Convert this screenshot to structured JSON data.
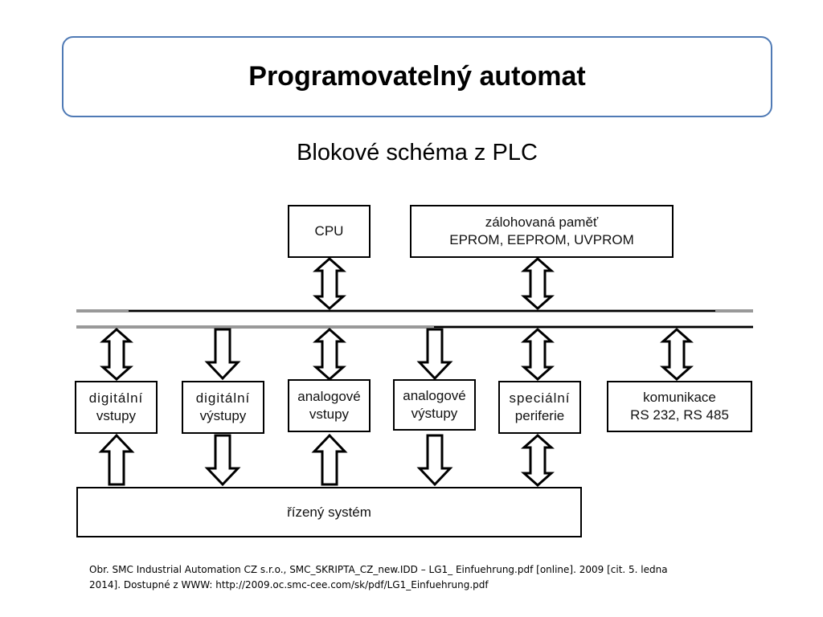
{
  "slide": {
    "title": "Programovatelný automat",
    "subtitle": "Blokové schéma z PLC"
  },
  "blocks": {
    "cpu": "CPU",
    "memory": {
      "line1": "zálohovaná paměť",
      "line2": "EPROM, EEPROM, UVPROM"
    },
    "digital_inputs": {
      "line1": "digitální",
      "line2": "vstupy"
    },
    "digital_outputs": {
      "line1": "digitální",
      "line2": "výstupy"
    },
    "analog_inputs": {
      "line1": "analogové",
      "line2": "vstupy"
    },
    "analog_outputs": {
      "line1": "analogové",
      "line2": "výstupy"
    },
    "special_peripherals": {
      "line1": "speciální",
      "line2": "periferie"
    },
    "communication": {
      "line1": "komunikace",
      "line2": "RS 232, RS 485"
    },
    "controlled_system": "řízený systém"
  },
  "citation": {
    "line1": "Obr. SMC Industrial Automation CZ s.r.o., SMC_SKRIPTA_CZ_new.IDD – LG1_ Einfuehrung.pdf [online]. 2009 [cit. 5. ledna",
    "line2": "2014]. Dostupné z WWW: http://2009.oc.smc-cee.com/sk/pdf/LG1_Einfuehrung.pdf"
  },
  "colors": {
    "title_border": "#4f7ab5"
  }
}
